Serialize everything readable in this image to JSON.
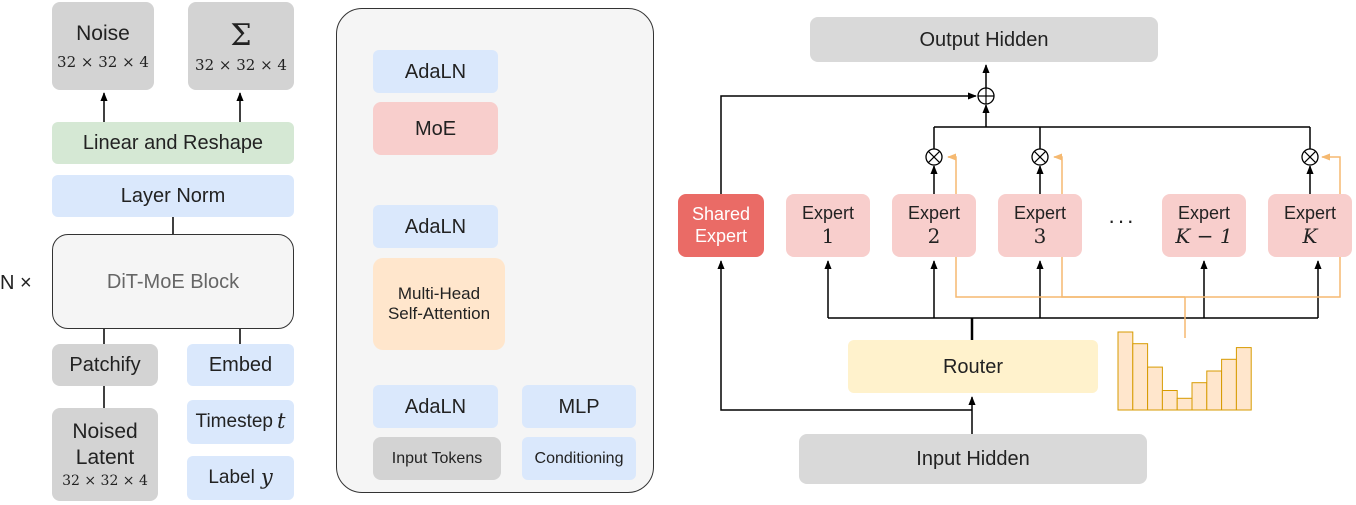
{
  "left": {
    "noise_label": "Noise",
    "noise_dim": "32 × 32 × 4",
    "sigma_symbol": "Σ",
    "sigma_dim": "32 × 32 × 4",
    "linear_reshape": "Linear and Reshape",
    "layer_norm": "Layer Norm",
    "repeat_prefix": "N ×",
    "block_label": "DiT-MoE Block",
    "patchify": "Patchify",
    "embed": "Embed",
    "noised_line1": "Noised",
    "noised_line2": "Latent",
    "noised_dim": "32 × 32 × 4",
    "timestep_label": "Timestep",
    "timestep_var": "t",
    "label_label": "Label",
    "label_var": "y"
  },
  "middle": {
    "adaln_top": "AdaLN",
    "moe": "MoE",
    "adaln_mid": "AdaLN",
    "attention_line1": "Multi-Head",
    "attention_line2": "Self-Attention",
    "adaln_bottom": "AdaLN",
    "mlp": "MLP",
    "input_tokens": "Input Tokens",
    "conditioning": "Conditioning"
  },
  "right": {
    "output_hidden": "Output Hidden",
    "shared_line1": "Shared",
    "shared_line2": "Expert",
    "expert_word": "Expert",
    "expert_ids": [
      "1",
      "2",
      "3",
      "K − 1",
      "K"
    ],
    "ellipsis": "···",
    "router": "Router",
    "input_hidden": "Input Hidden"
  },
  "router_histogram": {
    "type": "bar",
    "values": [
      100,
      85,
      55,
      25,
      15,
      35,
      50,
      65,
      80
    ]
  },
  "colors": {
    "stroke": "#000000",
    "dashed": "#666666",
    "orange_line": "#f5b971",
    "hist_fill": "#ffe6cc",
    "hist_stroke": "#d79b00"
  }
}
